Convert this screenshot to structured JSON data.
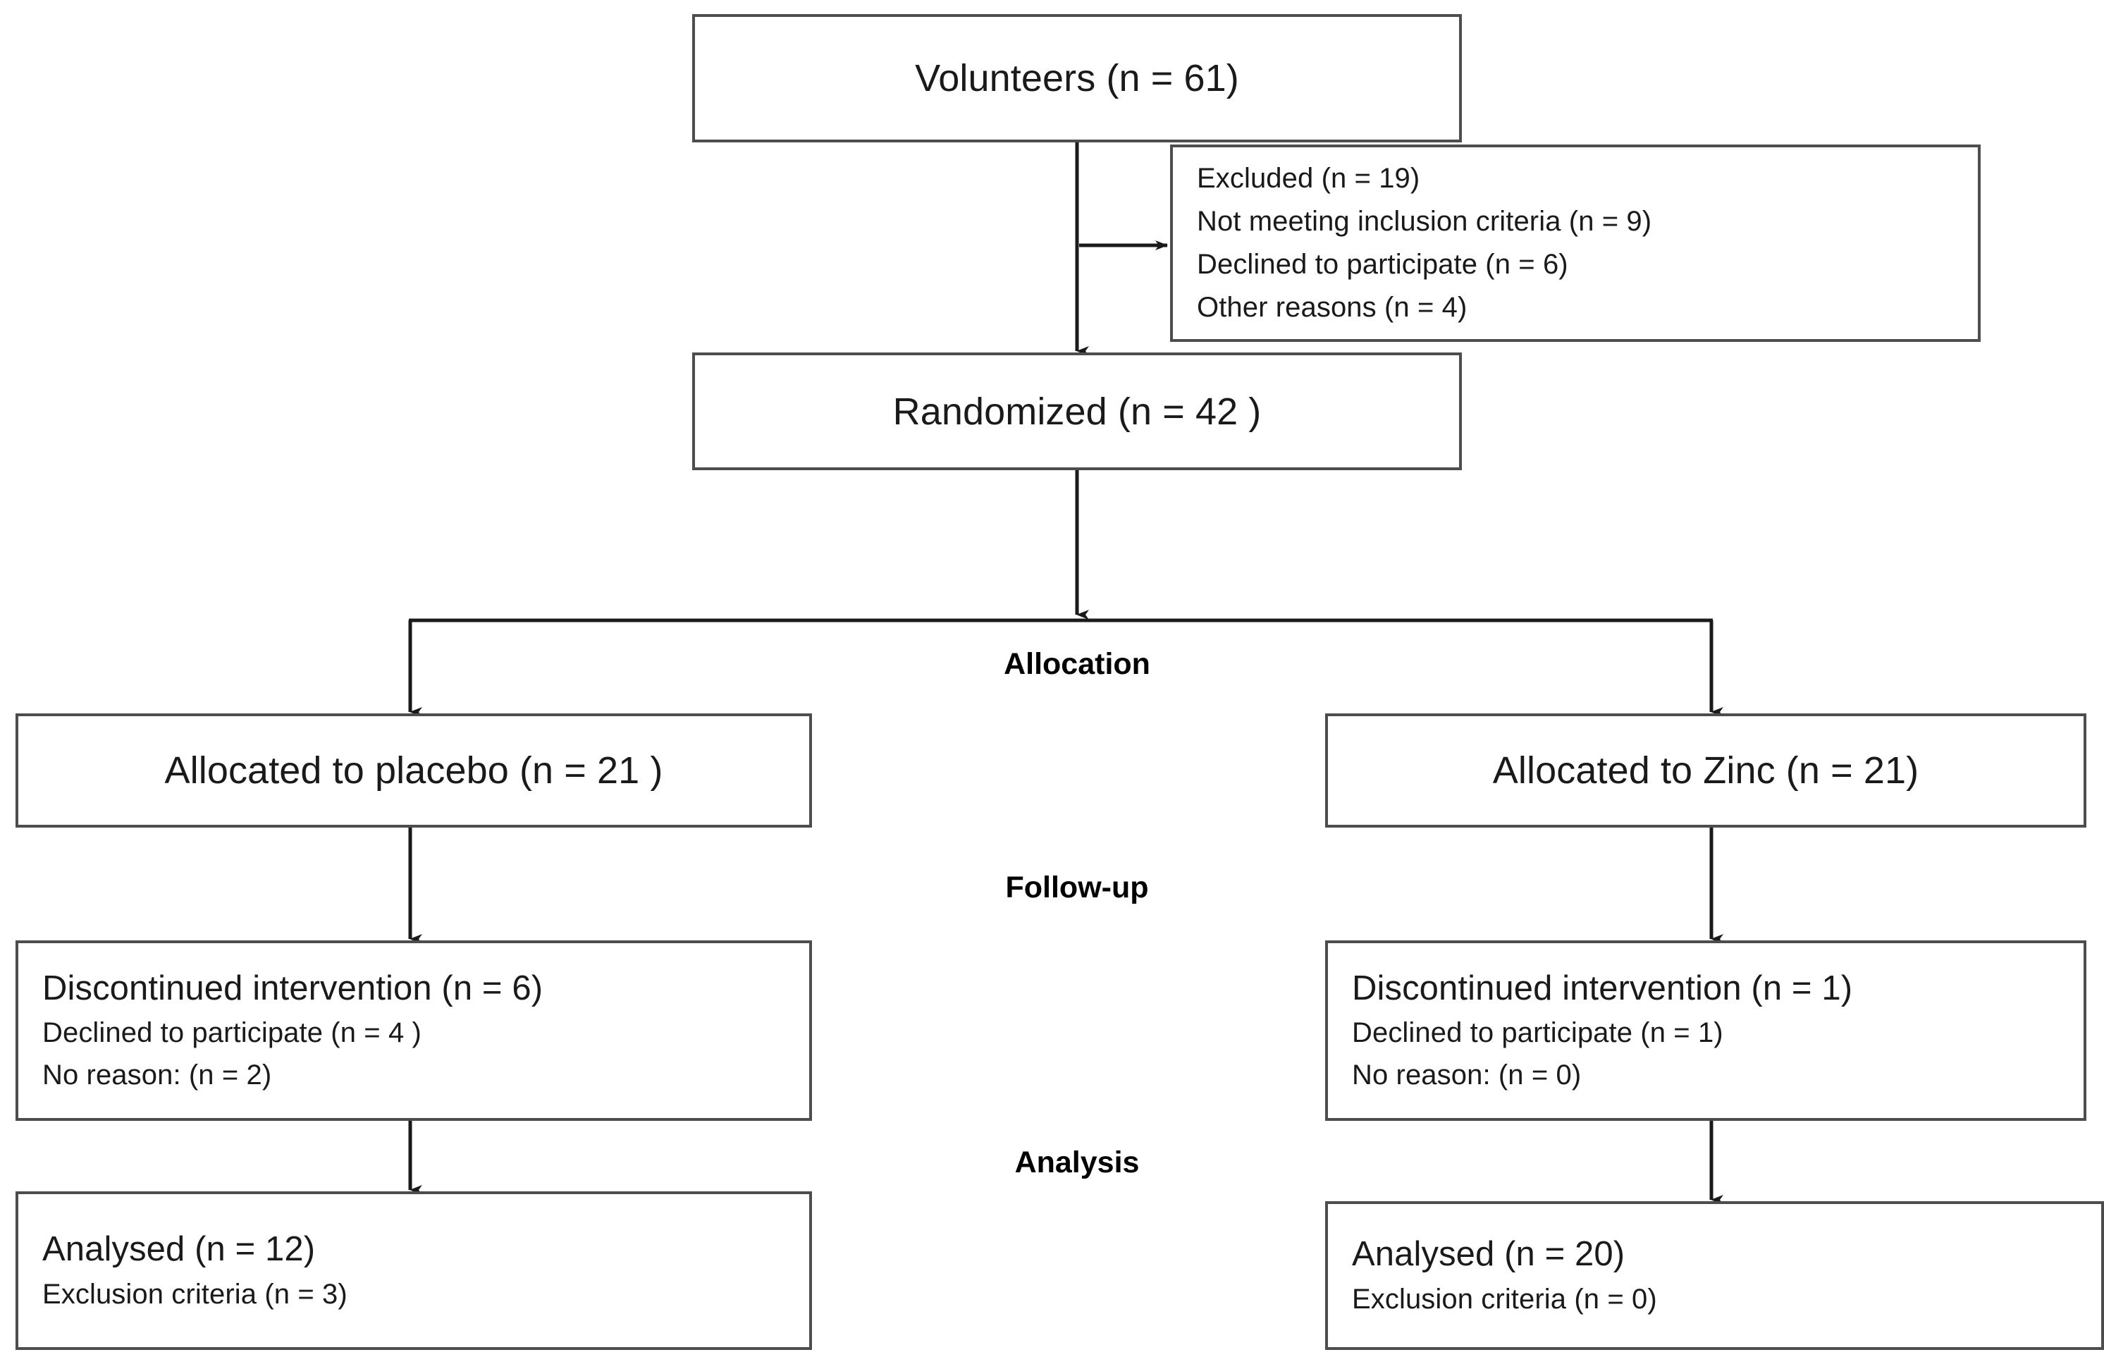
{
  "diagram": {
    "type": "consort-flow-diagram",
    "nodes": {
      "volunteers": {
        "label": "Volunteers   (n = 61)",
        "n": 61
      },
      "excluded": {
        "lines": [
          "Excluded (n = 19)",
          "Not meeting inclusion criteria (n = 9)",
          "Declined to participate (n = 6)",
          "Other reasons (n = 4)"
        ],
        "n": 19
      },
      "randomized": {
        "label": "Randomized (n = 42 )",
        "n": 42
      },
      "allocated_placebo": {
        "label": "Allocated to placebo (n = 21 )",
        "n": 21
      },
      "allocated_zinc": {
        "label": "Allocated to Zinc (n = 21)",
        "n": 21
      },
      "discontinued_placebo": {
        "heading": "Discontinued intervention (n = 6)",
        "lines": [
          "Declined to participate (n = 4 )",
          "No reason: (n = 2)"
        ],
        "n": 6
      },
      "discontinued_zinc": {
        "heading": "Discontinued intervention (n = 1)",
        "lines": [
          "Declined to participate (n = 1)",
          "No reason: (n = 0)"
        ],
        "n": 1
      },
      "analysed_placebo": {
        "heading": "Analysed (n = 12)",
        "lines": [
          "Exclusion criteria (n = 3)"
        ],
        "n": 12
      },
      "analysed_zinc": {
        "heading": "Analysed (n = 20)",
        "lines": [
          "Exclusion criteria (n = 0)"
        ],
        "n": 20
      }
    },
    "stage_labels": {
      "allocation": "Allocation",
      "followup": "Follow-up",
      "analysis": "Analysis"
    },
    "colors": {
      "box_border": "#4d4d4d",
      "connector": "#1a1a1a",
      "text": "#1a1a1a",
      "background": "#ffffff"
    }
  }
}
